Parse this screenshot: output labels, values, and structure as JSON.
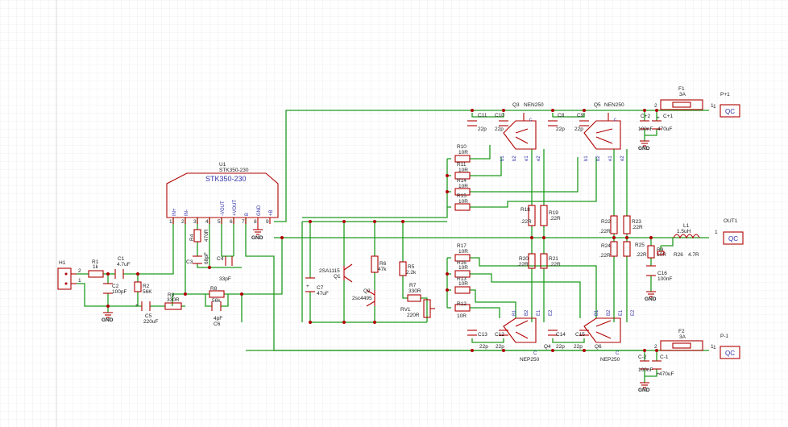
{
  "colors": {
    "wire": "#1f9a1f",
    "component": "#b00000",
    "junction": "#b00000",
    "grid": "#e4e4e4",
    "pin_text": "#3333aa"
  },
  "u1": {
    "ref": "U1",
    "part": "STK350-230",
    "name": "STK350-230",
    "pins": [
      "IN+",
      "IN-",
      "3",
      "4",
      "-VOUT",
      "+VOUT",
      "B",
      "GND",
      "+B"
    ],
    "pin_numbers": [
      "1",
      "2",
      "3",
      "4",
      "5",
      "6",
      "7",
      "8",
      "9"
    ]
  },
  "h1": {
    "ref": "H1",
    "p1": "1",
    "p2": "2"
  },
  "gnd": "GND",
  "res": {
    "R1": {
      "ref": "R1",
      "val": "1k"
    },
    "R2": {
      "ref": "R2",
      "val": "56K"
    },
    "R3": {
      "ref": "R3",
      "val": "330R"
    },
    "R4": {
      "ref": "R4",
      "val": "470R"
    },
    "R5": {
      "ref": "R5",
      "val": "2.2k"
    },
    "R6": {
      "ref": "R6",
      "val": "47k"
    },
    "R7": {
      "ref": "R7",
      "val": "330R"
    },
    "R8": {
      "ref": "R8",
      "val": "56k"
    },
    "R9": {
      "ref": "R9",
      "val": "10R"
    },
    "R10": {
      "ref": "R10",
      "val": "10R"
    },
    "R11": {
      "ref": "R11",
      "val": "10R"
    },
    "R12": {
      "ref": "R12",
      "val": "10R"
    },
    "R13": {
      "ref": "R13",
      "val": "10R"
    },
    "R14": {
      "ref": "R14",
      "val": "10R"
    },
    "R15": {
      "ref": "R15",
      "val": "10R"
    },
    "R16": {
      "ref": "R16",
      "val": "10R"
    },
    "R17": {
      "ref": "R17",
      "val": "10R"
    },
    "R18": {
      "ref": "R18",
      "val": ".22R"
    },
    "R19": {
      "ref": "R19",
      "val": ".22R"
    },
    "R20": {
      "ref": "R20",
      "val": ".22R"
    },
    "R21": {
      "ref": "R21",
      "val": ".22R"
    },
    "R22": {
      "ref": "R22",
      "val": ".22R"
    },
    "R23": {
      "ref": "R23",
      "val": ".22R"
    },
    "R24": {
      "ref": "R24",
      "val": ".22R"
    },
    "R25": {
      "ref": "R25",
      "val": ".22R"
    },
    "R26": {
      "ref": "R26",
      "val": "4.7R"
    },
    "RV1": {
      "ref": "RV1",
      "val": "220R"
    }
  },
  "caps": {
    "C1": {
      "ref": "C1",
      "val": "4.7uF"
    },
    "C2": {
      "ref": "C2",
      "val": "100pF"
    },
    "C3": {
      "ref": "C3",
      "val": "68pF"
    },
    "C4": {
      "ref": "C4",
      "val": "33pF"
    },
    "C5": {
      "ref": "C5",
      "val": "220uF"
    },
    "C6": {
      "ref": "C6",
      "val": "4pF"
    },
    "C7": {
      "ref": "C7",
      "val": "47uF"
    },
    "C8": {
      "ref": "C8",
      "val": "22p"
    },
    "C9": {
      "ref": "C9",
      "val": "22p"
    },
    "C10": {
      "ref": "C10",
      "val": "22p"
    },
    "C11": {
      "ref": "C11",
      "val": "22p"
    },
    "C12": {
      "ref": "C12",
      "val": "22p"
    },
    "C13": {
      "ref": "C13",
      "val": "22p"
    },
    "C14": {
      "ref": "C14",
      "val": "22p"
    },
    "C15": {
      "ref": "C15",
      "val": "22p"
    },
    "C16": {
      "ref": "C16",
      "val": "100nF"
    },
    "Cp2": {
      "ref": "C+2",
      "val": "100nF"
    },
    "Cp1": {
      "ref": "C+1",
      "val": "470uF"
    },
    "Cm2": {
      "ref": "C-2",
      "val": "100nF"
    },
    "Cm1": {
      "ref": "C-1",
      "val": "470uF"
    }
  },
  "trans": {
    "Q1": {
      "ref": "Q1",
      "part": "2SA1115"
    },
    "Q2": {
      "ref": "Q2",
      "part": "2sc4495"
    },
    "Q3": {
      "ref": "Q3",
      "part": "NEN250"
    },
    "Q4": {
      "ref": "Q4",
      "part": "NEP250"
    },
    "Q5": {
      "ref": "Q5",
      "part": "NEN250"
    },
    "Q6": {
      "ref": "Q6",
      "part": "NEP250"
    }
  },
  "qpins": {
    "b1": "b1",
    "b2": "b2",
    "e1": "e1",
    "e2": "e2",
    "B1": "B1",
    "B2": "B2",
    "E1": "E1",
    "E2": "E2",
    "c": "c",
    "C": "C"
  },
  "l1": {
    "ref": "L1",
    "val": "1.5uH"
  },
  "f1": {
    "ref": "F1",
    "val": "3A"
  },
  "f2": {
    "ref": "F2",
    "val": "3A"
  },
  "connectors": {
    "p_plus": {
      "ref": "P+1",
      "label": "QC",
      "pin": "1"
    },
    "out": {
      "ref": "OUT1",
      "label": "QC",
      "pin": "1"
    },
    "p_minus": {
      "ref": "P-1",
      "label": "QC",
      "pin": "1"
    }
  },
  "fuse_pins": {
    "p1": "1",
    "p2": "2"
  }
}
